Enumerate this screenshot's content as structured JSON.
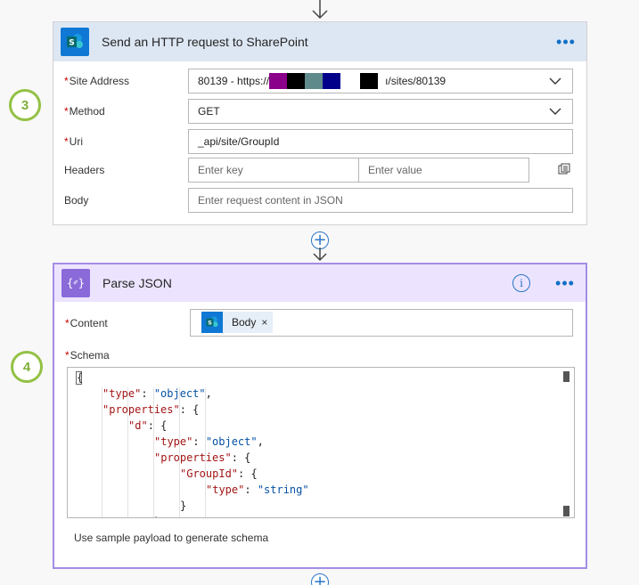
{
  "colors": {
    "sharepoint_blue": "#0f78d4",
    "json_purple": "#8a6ad9",
    "step_badge_green": "#93c144",
    "link_blue": "#2a75c7"
  },
  "http_card": {
    "title": "Send an HTTP request to SharePoint",
    "more_icon": "ellipsis-icon",
    "site_address": {
      "label": "Site Address",
      "value_prefix": "80139 - https://",
      "value_suffix": "ı/sites/80139",
      "redaction_colors": [
        "#8b008b",
        "#000000",
        "#5f8a8b",
        "#00008b",
        "#000000"
      ]
    },
    "method": {
      "label": "Method",
      "value": "GET"
    },
    "uri": {
      "label": "Uri",
      "value": "_api/site/GroupId"
    },
    "headers": {
      "label": "Headers",
      "key_placeholder": "Enter key",
      "value_placeholder": "Enter value",
      "switch_icon": "switch-to-text-mode-icon"
    },
    "body": {
      "label": "Body",
      "placeholder": "Enter request content in JSON"
    }
  },
  "parse_card": {
    "title": "Parse JSON",
    "info_icon": "info-icon",
    "content": {
      "label": "Content",
      "token_label": "Body",
      "token_remove": "×"
    },
    "schema": {
      "label": "Schema",
      "lines": [
        {
          "indent": 0,
          "parts": [
            [
              "p",
              "{"
            ]
          ]
        },
        {
          "indent": 1,
          "parts": [
            [
              "k",
              "\"type\""
            ],
            [
              "p",
              ": "
            ],
            [
              "s",
              "\"object\""
            ],
            [
              "p",
              ","
            ]
          ]
        },
        {
          "indent": 1,
          "parts": [
            [
              "k",
              "\"properties\""
            ],
            [
              "p",
              ": {"
            ]
          ]
        },
        {
          "indent": 2,
          "parts": [
            [
              "k",
              "\"d\""
            ],
            [
              "p",
              ": {"
            ]
          ]
        },
        {
          "indent": 3,
          "parts": [
            [
              "k",
              "\"type\""
            ],
            [
              "p",
              ": "
            ],
            [
              "s",
              "\"object\""
            ],
            [
              "p",
              ","
            ]
          ]
        },
        {
          "indent": 3,
          "parts": [
            [
              "k",
              "\"properties\""
            ],
            [
              "p",
              ": {"
            ]
          ]
        },
        {
          "indent": 4,
          "parts": [
            [
              "k",
              "\"GroupId\""
            ],
            [
              "p",
              ": {"
            ]
          ]
        },
        {
          "indent": 5,
          "parts": [
            [
              "k",
              "\"type\""
            ],
            [
              "p",
              ": "
            ],
            [
              "s",
              "\"string\""
            ]
          ]
        },
        {
          "indent": 4,
          "parts": [
            [
              "p",
              "}"
            ]
          ]
        },
        {
          "indent": 3,
          "parts": [
            [
              "p",
              "}"
            ]
          ]
        }
      ]
    },
    "sample_link": "Use sample payload to generate schema"
  },
  "step_badges": [
    "3",
    "4"
  ],
  "add_step_symbol": "+"
}
